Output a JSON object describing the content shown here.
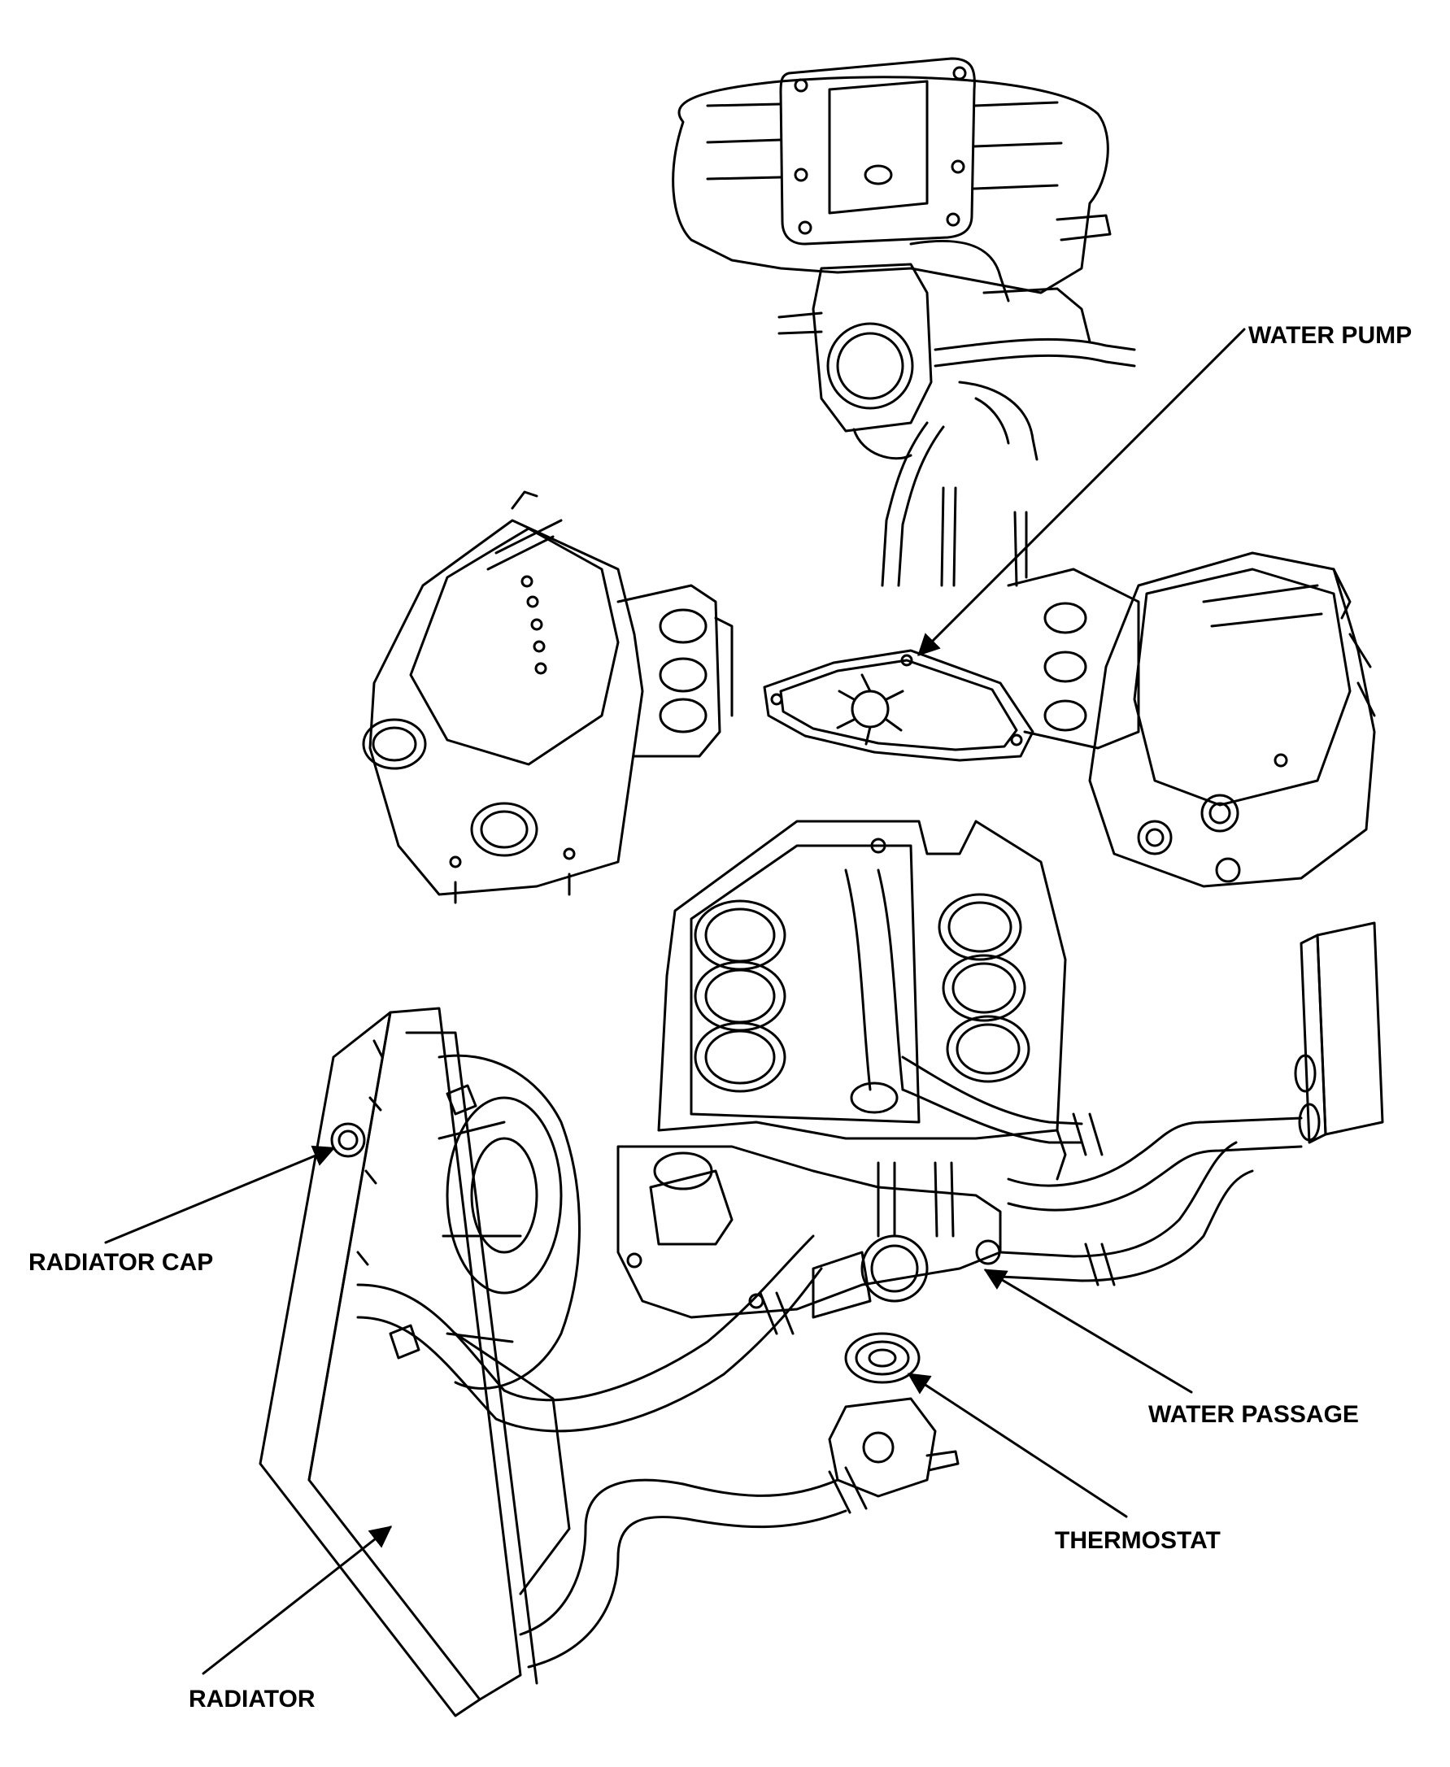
{
  "labels": {
    "water_pump": "WATER PUMP",
    "radiator_cap": "RADIATOR CAP",
    "water_passage": "WATER PASSAGE",
    "thermostat": "THERMOSTAT",
    "radiator": "RADIATOR"
  },
  "colors": {
    "line": "#000000",
    "background": "#ffffff"
  }
}
